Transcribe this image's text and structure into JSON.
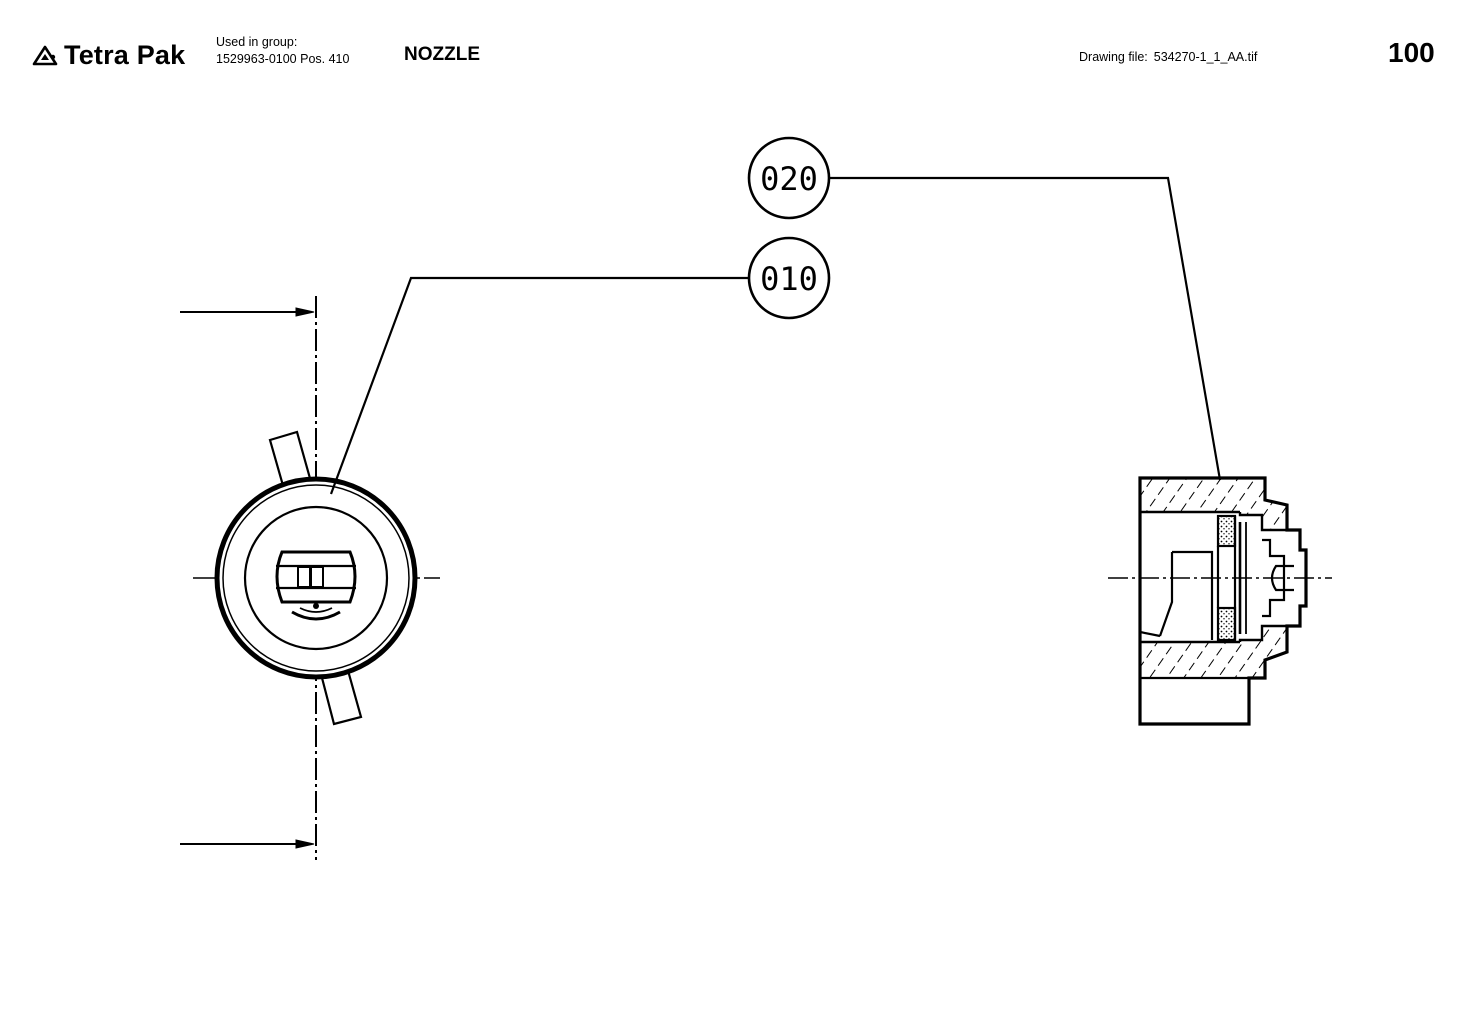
{
  "header": {
    "brand": "Tetra Pak",
    "used_in_group_label": "Used in group:",
    "group_reference": "1529963-0100 Pos. 410",
    "part_title": "NOZZLE",
    "drawing_file_label": "Drawing file:",
    "drawing_file_name": "534270-1_1_AA.tif",
    "page_number": "100"
  },
  "icons": {
    "logo": "tetra-pak-triangle-icon"
  },
  "callouts": [
    {
      "label": "020"
    },
    {
      "label": "010"
    }
  ]
}
